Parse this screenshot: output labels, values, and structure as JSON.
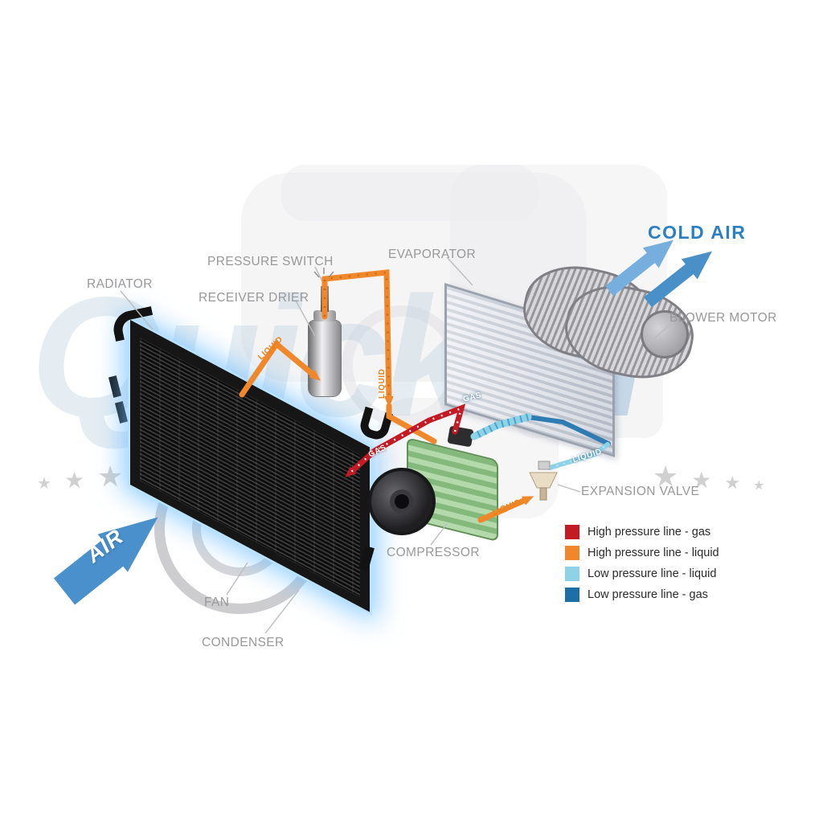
{
  "watermark": {
    "part1": "Quick",
    "part2": "air"
  },
  "airflow": {
    "cold_air": "COLD AIR",
    "air": "AIR"
  },
  "labels": {
    "radiator": "RADIATOR",
    "pressure_switch": "PRESSURE SWITCH",
    "receiver_drier": "RECEIVER DRIER",
    "evaporator": "EVAPORATOR",
    "blower_motor": "BLOWER MOTOR",
    "expansion_valve": "EXPANSION VALVE",
    "compressor": "COMPRESSOR",
    "fan": "FAN",
    "condenser": "CONDENSER"
  },
  "pipe_labels": {
    "liquid_condenser_to_drier": "LIQUID",
    "liquid_drier_down": "LIQUID",
    "gas_compressor_to_condenser": "GAS",
    "gas_evaporator_out": "GAS",
    "liquid_to_expansion_valve": "LIQUID",
    "liquid_expansion_to_evaporator": "LIQUID"
  },
  "legend": {
    "items": [
      {
        "color": "#c41a24",
        "label": "High pressure line - gas"
      },
      {
        "color": "#f0872a",
        "label": "High pressure line - liquid"
      },
      {
        "color": "#8ed2e8",
        "label": "Low pressure line - liquid"
      },
      {
        "color": "#1e6fa8",
        "label": "Low pressure line -  gas"
      }
    ]
  },
  "line_colors": {
    "high_pressure_gas": "#c41a24",
    "high_pressure_liquid": "#f0872a",
    "low_pressure_liquid": "#8ed2e8",
    "low_pressure_gas": "#1e6fa8"
  },
  "stars": {
    "glyph": "★"
  }
}
